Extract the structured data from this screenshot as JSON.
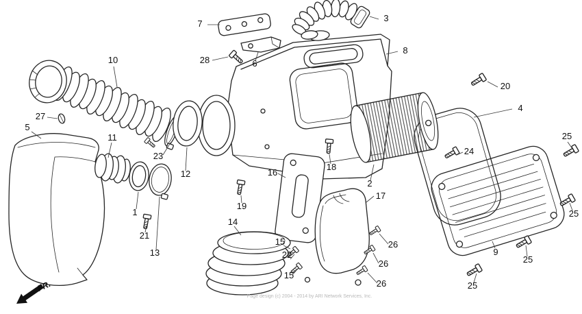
{
  "diagram": {
    "fr_label": "FR.",
    "watermark": "Page design (c) 2004 - 2014 by ARI Network Services, Inc.",
    "colors": {
      "line": "#242424",
      "label": "#101010",
      "watermark": "#b8b8b8",
      "background": "#ffffff"
    },
    "callouts": [
      {
        "label": "7"
      },
      {
        "label": "3"
      },
      {
        "label": "28"
      },
      {
        "label": "6"
      },
      {
        "label": "8"
      },
      {
        "label": "10"
      },
      {
        "label": "20"
      },
      {
        "label": "4"
      },
      {
        "label": "27"
      },
      {
        "label": "5"
      },
      {
        "label": "11"
      },
      {
        "label": "23"
      },
      {
        "label": "12"
      },
      {
        "label": "25"
      },
      {
        "label": "24"
      },
      {
        "label": "18"
      },
      {
        "label": "16"
      },
      {
        "label": "2"
      },
      {
        "label": "17"
      },
      {
        "label": "19"
      },
      {
        "label": "1"
      },
      {
        "label": "21"
      },
      {
        "label": "13"
      },
      {
        "label": "14"
      },
      {
        "label": "15"
      },
      {
        "label": "22"
      },
      {
        "label": "15"
      },
      {
        "label": "26"
      },
      {
        "label": "26"
      },
      {
        "label": "26"
      },
      {
        "label": "9"
      },
      {
        "label": "25"
      },
      {
        "label": "25"
      },
      {
        "label": "25"
      }
    ]
  }
}
